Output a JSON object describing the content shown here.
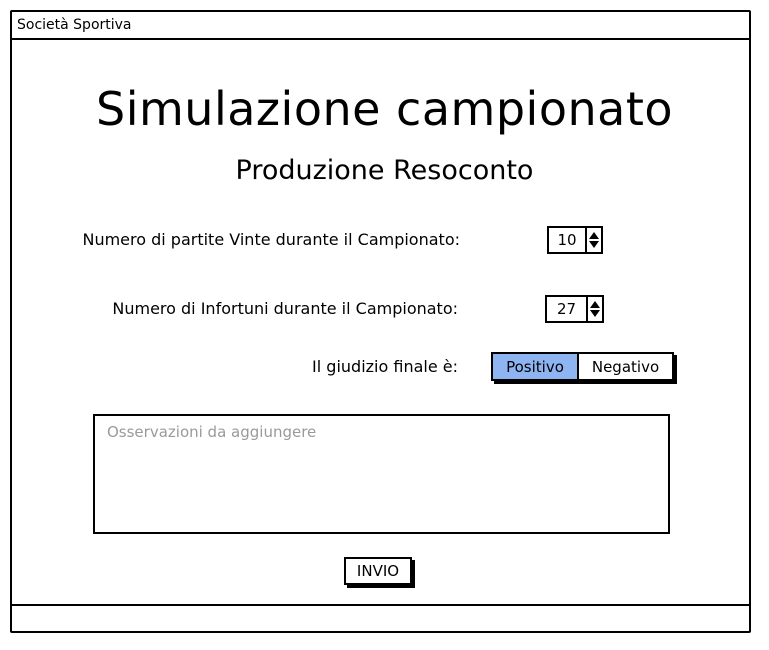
{
  "window": {
    "title": "Società Sportiva"
  },
  "main": {
    "title": "Simulazione campionato",
    "subtitle": "Produzione Resoconto"
  },
  "form": {
    "wins": {
      "label": "Numero di partite Vinte durante il Campionato:",
      "value": "10"
    },
    "injuries": {
      "label": "Numero di Infortuni durante il Campionato:",
      "value": "27"
    },
    "judgment": {
      "label": "Il giudizio finale è:",
      "options": [
        "Positivo",
        "Negativo"
      ],
      "selected": "Positivo"
    },
    "notes": {
      "placeholder": "Osservazioni da aggiungere"
    },
    "submit_label": "INVIO"
  },
  "colors": {
    "selected_segment": "#8fb4f2"
  }
}
